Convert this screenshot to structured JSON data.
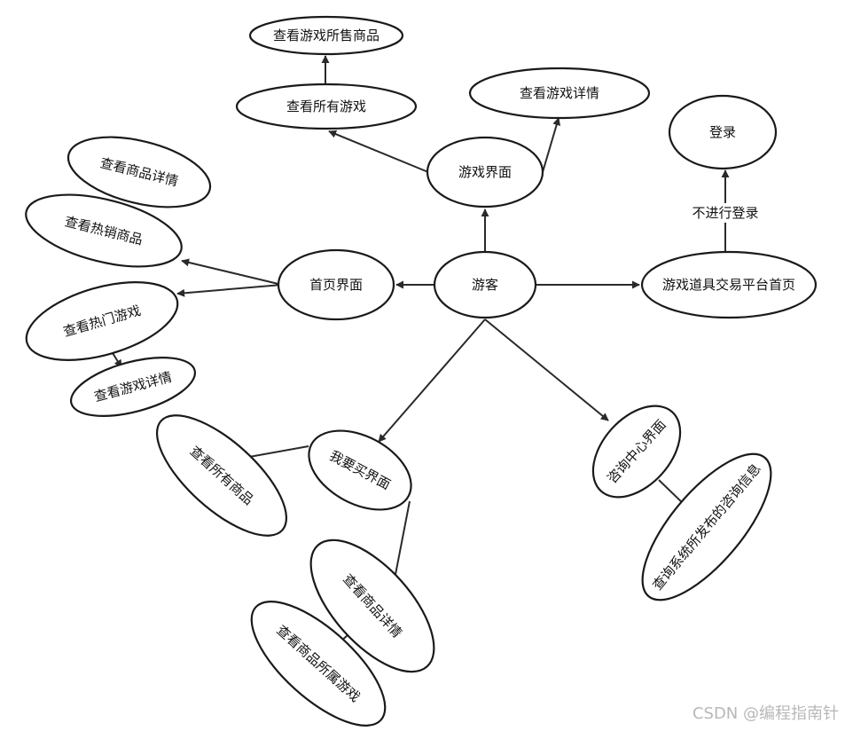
{
  "nodes": {
    "guest": "游客",
    "home": "首页界面",
    "game_ui": "游戏界面",
    "trade_home": "游戏道具交易平台首页",
    "buy_ui": "我要买界面",
    "consult_ui": "咨询中心界面",
    "view_all_games": "查看所有游戏",
    "view_game_items": "查看游戏所售商品",
    "view_game_detail_top": "查看游戏详情",
    "login": "登录",
    "view_item_detail_top": "查看商品详情",
    "view_hot_items": "查看热销商品",
    "view_hot_games": "查看热门游戏",
    "view_game_detail_left": "查看游戏详情",
    "view_all_items": "查看所有商品",
    "view_item_detail_bottom": "查看商品详情",
    "view_item_game": "查看商品所属游戏",
    "query_consult": "查询系统所发布的咨询信息"
  },
  "edges": {
    "no_login": "不进行登录"
  },
  "watermark": "CSDN @编程指南针"
}
